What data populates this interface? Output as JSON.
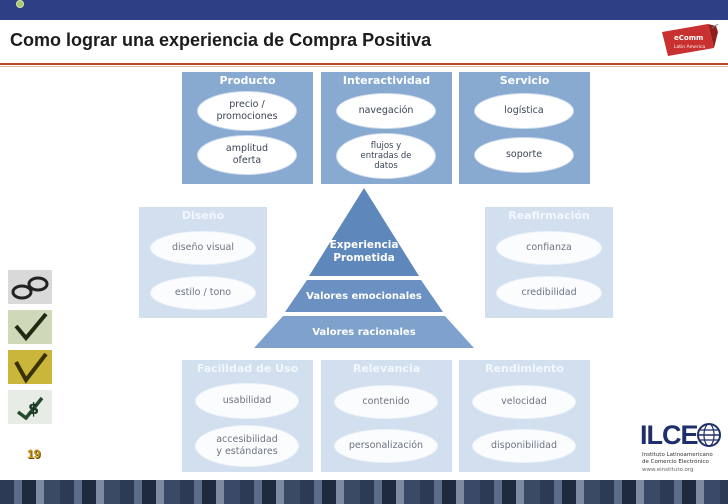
{
  "slide": {
    "title": "Como lograr una experiencia de Compra Positiva",
    "page_number": "19"
  },
  "panels": {
    "producto": {
      "title": "Producto",
      "items": [
        "precio /\npromociones",
        "amplitud\noferta"
      ]
    },
    "interactividad": {
      "title": "Interactividad",
      "items": [
        "navegación",
        "flujos y\nentradas de\ndatos"
      ]
    },
    "servicio": {
      "title": "Servicio",
      "items": [
        "logística",
        "soporte"
      ]
    },
    "diseno": {
      "title": "Diseño",
      "items": [
        "diseño visual",
        "estilo / tono"
      ]
    },
    "reafirmacion": {
      "title": "Reafirmación",
      "items": [
        "confianza",
        "credibilidad"
      ]
    },
    "facilidad": {
      "title": "Facilidad de Uso",
      "items": [
        "usabilidad",
        "accesibilidad\ny estándares"
      ]
    },
    "relevancia": {
      "title": "Relevancia",
      "items": [
        "contenido",
        "personalización"
      ]
    },
    "rendimiento": {
      "title": "Rendimiento",
      "items": [
        "velocidad",
        "disponibilidad"
      ]
    }
  },
  "pyramid": {
    "top": "Experiencia\nPrometida",
    "middle": "Valores emocionales",
    "bottom": "Valores racionales"
  },
  "logos": {
    "ecommerce_badge": "eCommerce Latin America",
    "ilce": {
      "name": "ILCE",
      "subtitle": "Instituto Latinoamericano\nde Comercio Electrónico",
      "url": "www.einstituto.org"
    }
  },
  "colors": {
    "panel": "#88aad1",
    "panel_faded": "#d2dfef",
    "pyramid": "#5e87bb",
    "title_rule": "#b24a2a",
    "topbar": "#2e3f86"
  }
}
